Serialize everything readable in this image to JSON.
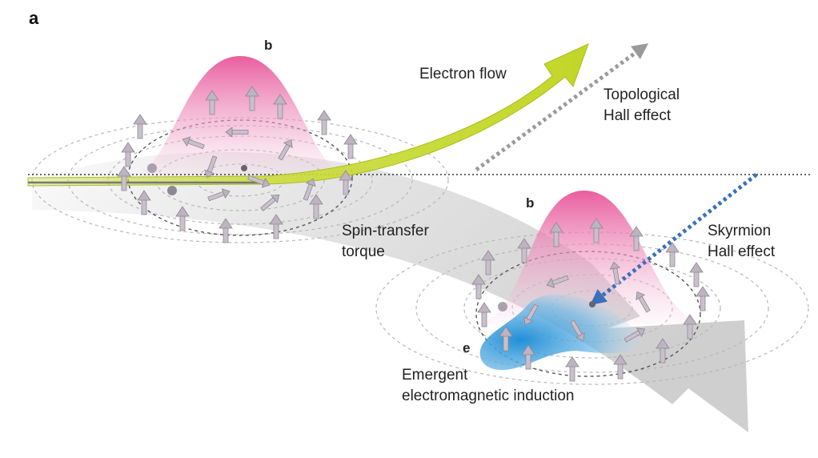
{
  "panel_label": "a",
  "subpanel_refs": {
    "top_left": "b",
    "bottom_right": "b",
    "emergent": "e"
  },
  "labels": {
    "electron_flow": "Electron flow",
    "topological_hall_1": "Topological",
    "topological_hall_2": "Hall effect",
    "spin_transfer_1": "Spin-transfer",
    "spin_transfer_2": "torque",
    "skyrmion_hall_1": "Skyrmion",
    "skyrmion_hall_2": "Hall effect",
    "emergent_1": "Emergent",
    "emergent_2": "electromagnetic induction"
  },
  "colors": {
    "electron_arrow": "#c9dc3a",
    "electron_arrow_edge": "#a9bd22",
    "skyrmion_pink": "#e8559a",
    "topological_arrow": "#9a9a9a",
    "skyrmion_hall_arrow": "#3a6fbe",
    "emergent_blue": "#1f8fd6",
    "motion_arrow": "#d9d9d9"
  }
}
